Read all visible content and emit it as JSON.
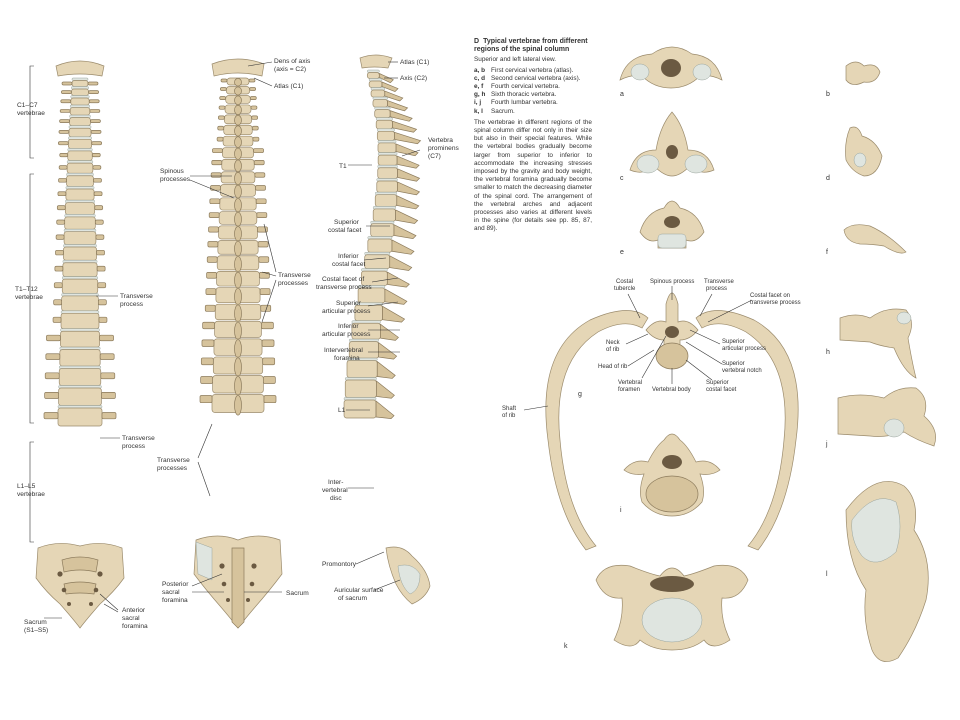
{
  "legend": {
    "letter": "D",
    "title": "Typical vertebrae from different regions of the spinal column",
    "subtitle": "Superior and left lateral view.",
    "items": [
      {
        "keys": "a, b",
        "text": "First cervical vertebra (atlas)."
      },
      {
        "keys": "c, d",
        "text": "Second cervical vertebra (axis)."
      },
      {
        "keys": "e, f",
        "text": "Fourth cervical vertebra."
      },
      {
        "keys": "g, h",
        "text": "Sixth thoracic vertebra."
      },
      {
        "keys": "i, j",
        "text": "Fourth lumbar vertebra."
      },
      {
        "keys": "k, l",
        "text": "Sacrum."
      }
    ],
    "body": "The vertebrae in different regions of the spinal column differ not only in their size but also in their special features. While the vertebral bodies gradually become larger from superior to inferior to accommodate the increasing stresses imposed by the gravity and body weight, the vertebral foramina gradually become smaller to match the decreasing diameter of the spinal cord. The arrangement of the vertebral arches and adjacent processes also varies at different levels in the spine (for details see pp. 85, 87, and 89)."
  },
  "anterior_view": {
    "regions": [
      {
        "label_1": "C1–C7",
        "label_2": "vertebrae"
      },
      {
        "label_1": "T1–T12",
        "label_2": "vertebrae"
      },
      {
        "label_1": "L1–L5",
        "label_2": "vertebrae"
      },
      {
        "label_1": "Sacrum",
        "label_2": "(S1–S5)"
      }
    ],
    "transverse_process_1": {
      "line_1": "Transverse",
      "line_2": "process"
    },
    "transverse_process_2": {
      "line_1": "Transverse",
      "line_2": "process"
    },
    "anterior_sacral_foramina": {
      "line_1": "Anterior",
      "line_2": "sacral",
      "line_3": "foramina"
    }
  },
  "posterior_view": {
    "dens": {
      "line_1": "Dens of axis",
      "line_2": "(axis = C2)"
    },
    "atlas": "Atlas (C1)",
    "spinous": {
      "line_1": "Spinous",
      "line_2": "processes"
    },
    "transverse_right": {
      "line_1": "Transverse",
      "line_2": "processes"
    },
    "transverse_left": {
      "line_1": "Transverse",
      "line_2": "processes"
    },
    "posterior_sacral": {
      "line_1": "Posterior",
      "line_2": "sacral",
      "line_3": "foramina"
    },
    "sacrum": "Sacrum"
  },
  "lateral_view": {
    "atlas": "Atlas (C1)",
    "axis": "Axis (C2)",
    "prominens": {
      "line_1": "Vertebra",
      "line_2": "prominens",
      "line_3": "(C7)"
    },
    "t1": "T1",
    "superior_costal": {
      "line_1": "Superior",
      "line_2": "costal facet"
    },
    "inferior_costal": {
      "line_1": "Inferior",
      "line_2": "costal facet"
    },
    "costal_facet_tp": {
      "line_1": "Costal facet of",
      "line_2": "transverse process"
    },
    "superior_articular": {
      "line_1": "Superior",
      "line_2": "articular process"
    },
    "inferior_articular": {
      "line_1": "Inferior",
      "line_2": "articular process"
    },
    "intervertebral_foramina": {
      "line_1": "Intervertebral",
      "line_2": "foramina"
    },
    "l1": "L1",
    "intervertebral_disc": {
      "line_1": "Inter-",
      "line_2": "vertebral",
      "line_3": "disc"
    },
    "promontory": "Promontory",
    "auricular": {
      "line_1": "Auricular surface",
      "line_2": "of sacrum"
    }
  },
  "thoracic_figure": {
    "costal_tubercle": {
      "line_1": "Costal",
      "line_2": "tubercle"
    },
    "spinous_process": "Spinous process",
    "transverse_process": {
      "line_1": "Transverse",
      "line_2": "process"
    },
    "costal_facet_tp": {
      "line_1": "Costal facet on",
      "line_2": "transverse process"
    },
    "neck_of_rib": {
      "line_1": "Neck",
      "line_2": "of rib"
    },
    "head_of_rib": "Head of rib",
    "superior_articular": {
      "line_1": "Superior",
      "line_2": "articular process"
    },
    "superior_notch": {
      "line_1": "Superior",
      "line_2": "vertebral notch"
    },
    "vertebral_foramen": {
      "line_1": "Vertebral",
      "line_2": "foramen"
    },
    "vertebral_body": "Vertebral body",
    "superior_costal": {
      "line_1": "Superior",
      "line_2": "costal facet"
    },
    "shaft_of_rib": {
      "line_1": "Shaft",
      "line_2": "of rib"
    }
  },
  "figure_letters": {
    "a": "a",
    "b": "b",
    "c": "c",
    "d": "d",
    "e": "e",
    "f": "f",
    "g": "g",
    "h": "h",
    "i": "i",
    "j": "j",
    "k": "k",
    "l": "l"
  },
  "colors": {
    "bone": "#e5d6b6",
    "bone_dark": "#d6c39c",
    "disc": "#dfe5e0",
    "outline": "#9b8b6c",
    "text": "#333333"
  }
}
